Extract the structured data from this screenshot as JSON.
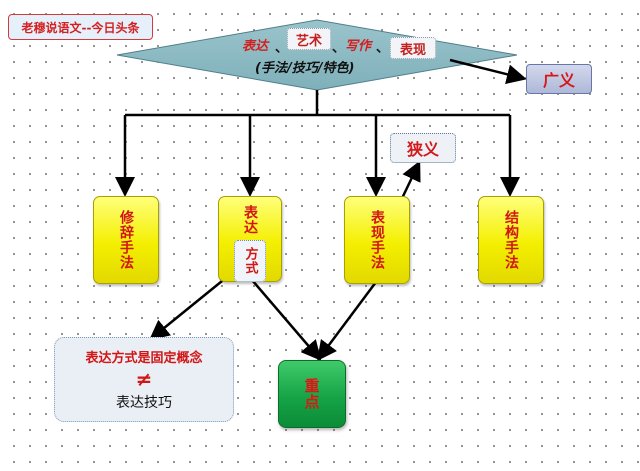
{
  "header": {
    "badge": "老穆说语文--今日头条"
  },
  "diamond": {
    "term1": "表达",
    "sep1": "、",
    "term2": "艺术",
    "sep2": "、",
    "term3": "写作",
    "sep3": "、",
    "term4": "表现",
    "subtitle": "(手法/技巧/特色)"
  },
  "labels": {
    "broad": "广义",
    "narrow": "狭义"
  },
  "categories": [
    {
      "label": "修辞手法"
    },
    {
      "label": "表达"
    },
    {
      "label": "表现手法"
    },
    {
      "label": "结构手法"
    }
  ],
  "method_tag": "方式",
  "concept_box": {
    "top": "表达方式是固定概念",
    "neq": "≠",
    "bottom": "表达技巧"
  },
  "key_point": "重点"
}
